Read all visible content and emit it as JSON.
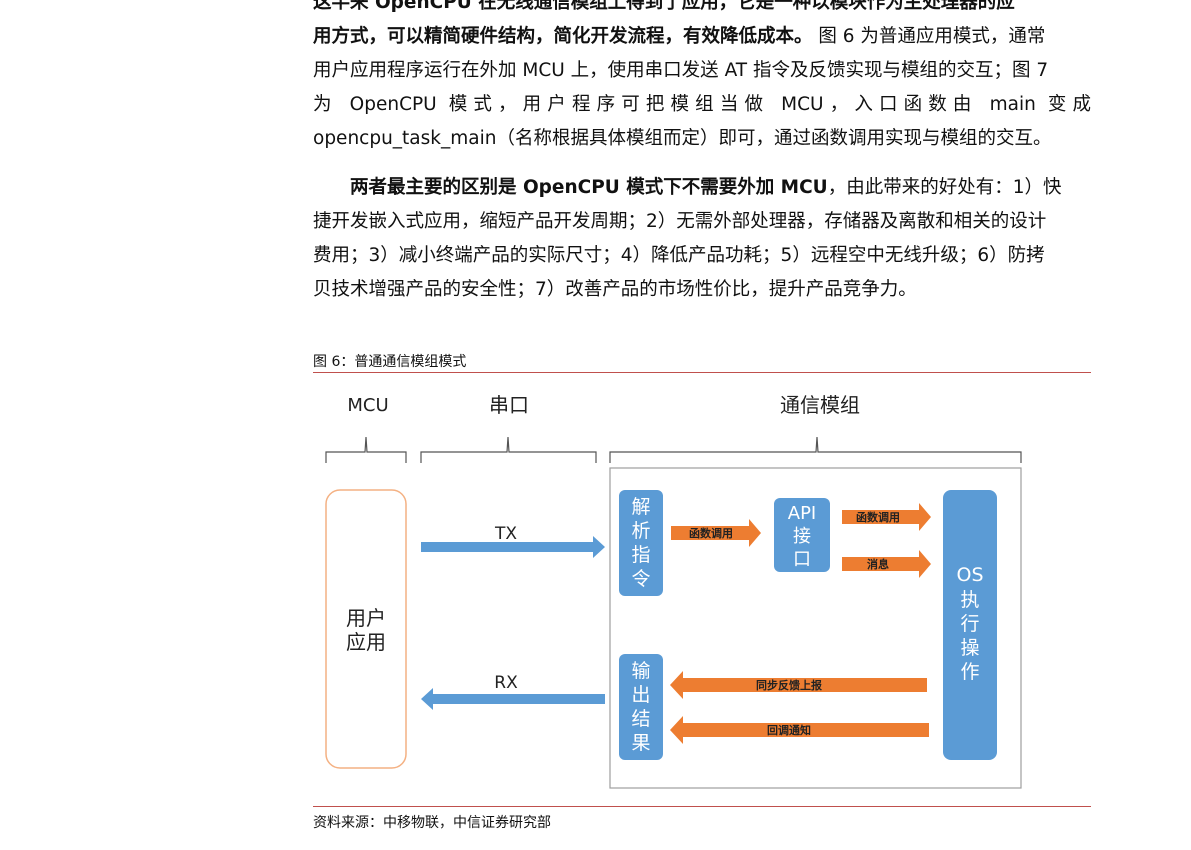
{
  "body": {
    "para1": {
      "line0_bold": "这半来 OpenCPU 在无线通信模组上得到了应用，它是一种以模块作为主处理器的应",
      "line1_bold": "用方式，可以精简硬件结构，简化开发流程，有效降低成本。",
      "line1_rest": " 图 6 为普通应用模式，通常",
      "line2": "用户应用程序运行在外加 MCU 上，使用串口发送 AT 指令及反馈实现与模组的交互；图 7",
      "line3": "为 OpenCPU 模式，用户程序可把模组当做 MCU，入口函数由 main 变成",
      "line4": "opencpu_task_main（名称根据具体模组而定）即可，通过函数调用实现与模组的交互。"
    },
    "para2": {
      "line0_bold": "两者最主要的区别是 OpenCPU 模式下不需要外加 MCU",
      "line0_rest": "，由此带来的好处有：1）快",
      "line1": "捷开发嵌入式应用，缩短产品开发周期；2）无需外部处理器，存储器及离散和相关的设计",
      "line2": "费用；3）减小终端产品的实际尺寸；4）降低产品功耗；5）远程空中无线升级；6）防拷",
      "line3": "贝技术增强产品的安全性；7）改善产品的市场性价比，提升产品竞争力。"
    }
  },
  "figure": {
    "caption": "图 6：普通通信模组模式",
    "source": "资料来源：中移物联，中信证券研究部",
    "diagram": {
      "header_mcu": "MCU",
      "header_serial": "串口",
      "header_module": "通信模组",
      "app_box": [
        "用户",
        "应用"
      ],
      "tx_label": "TX",
      "rx_label": "RX",
      "parse_box": [
        "解",
        "析",
        "指",
        "令"
      ],
      "output_box": [
        "输",
        "出",
        "结",
        "果"
      ],
      "api_box": [
        "API",
        "接",
        "口"
      ],
      "os_box": [
        "OS",
        "执",
        "行",
        "操",
        "作"
      ],
      "arrow_func_call_1": "函数调用",
      "arrow_func_call_2": "函数调用",
      "arrow_message": "消息",
      "arrow_sync_report": "同步反馈上报",
      "arrow_callback": "回调通知"
    }
  },
  "colors": {
    "box_blue": "#5b9bd5",
    "arrow_orange": "#ed7d31",
    "app_box_border": "#f4b183",
    "rule_red": "#c0504d"
  }
}
